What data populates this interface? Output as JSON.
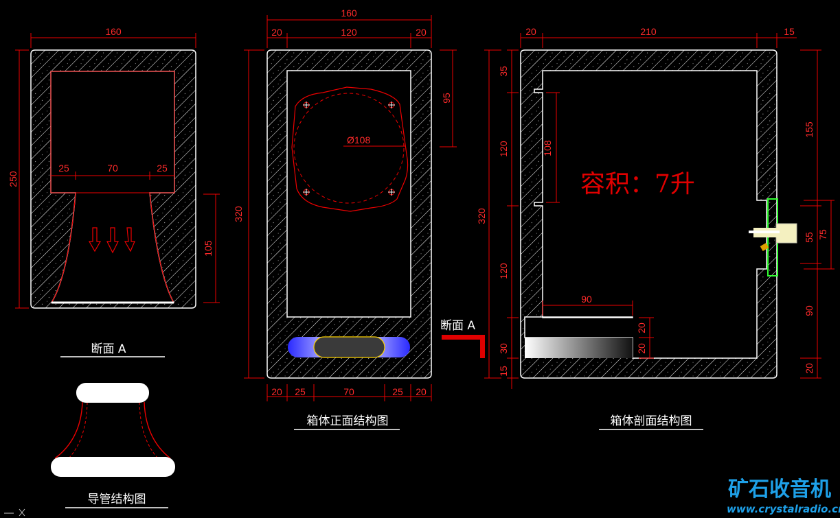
{
  "left_view": {
    "width": "160",
    "height": "250",
    "port_left": "25",
    "port_width": "70",
    "port_right": "25",
    "port_height": "105",
    "caption": "断面 A"
  },
  "pipe_view": {
    "caption": "导管结构图"
  },
  "front_view": {
    "width_top": "160",
    "top_seg_left": "20",
    "top_seg_mid": "120",
    "top_seg_right": "20",
    "height": "320",
    "speaker_offset": "95",
    "speaker_diameter": "Ø108",
    "bottom_segs": [
      "20",
      "25",
      "70",
      "25",
      "20"
    ],
    "section_marker": "断面 A",
    "caption": "箱体正面结构图"
  },
  "section_view": {
    "top_seg_left": "20",
    "top_seg_mid": "210",
    "top_seg_right": "15",
    "left_dims": [
      "35",
      "120",
      "120",
      "30",
      "15"
    ],
    "total_height": "320",
    "baffle_gap": "108",
    "volume_label": "容积：7升",
    "shelf_length": "90",
    "port_dims": [
      "20",
      "20"
    ],
    "right_dims": [
      "155",
      "55",
      "75",
      "90",
      "20"
    ],
    "caption": "箱体剖面结构图"
  },
  "watermark": {
    "title": "矿石收音机",
    "url": "www.crystalradio.cn"
  },
  "colors": {
    "dimension": "#ff2a2a",
    "wall": "#ffffff",
    "background": "#000000",
    "accent_green": "#33ff33"
  }
}
